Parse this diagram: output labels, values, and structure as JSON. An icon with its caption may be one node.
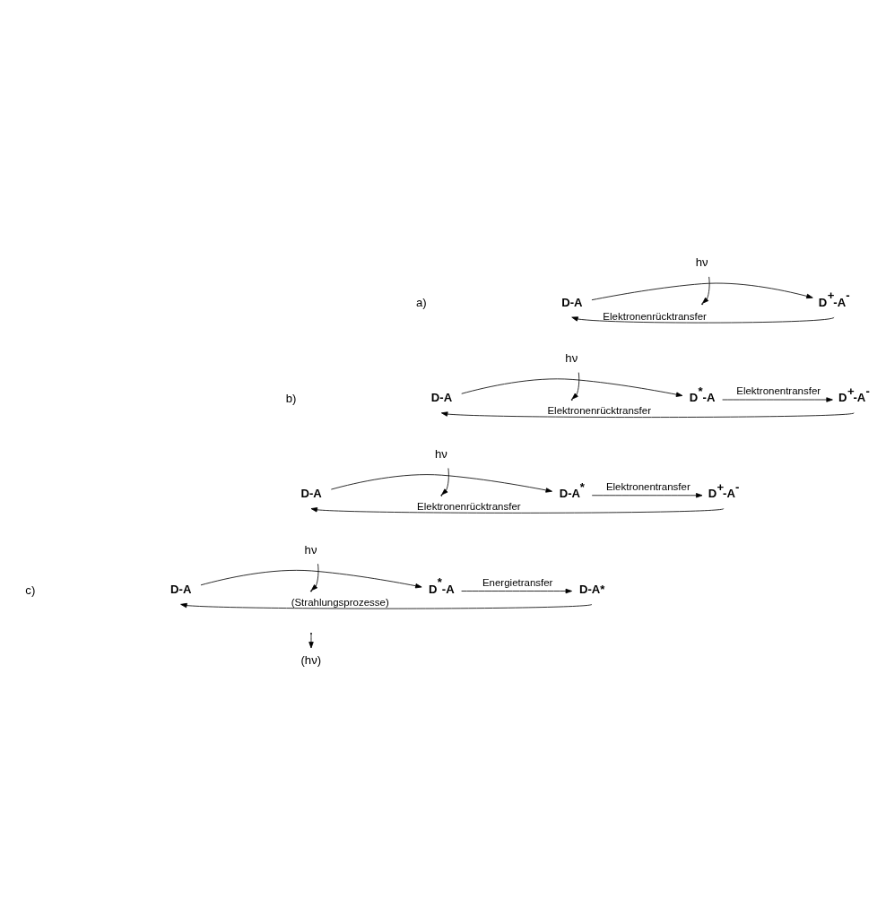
{
  "diagram": {
    "nodes": [
      {
        "text": [
          "D-A"
        ]
      },
      {
        "text": [
          "D$^{+}$-A$^{-}$"
        ]
      },
      {
        "text": [
          "hν"
        ]
      },
      {
        "text": [
          "D-A"
        ]
      },
      {
        "text": [
          "D$^{*}$-A"
        ]
      },
      {
        "text": [
          "D$^{+}$-A$^{-}$"
        ]
      },
      {
        "text": [
          "hν"
        ]
      },
      {
        "text": [
          "D-A"
        ]
      },
      {
        "text": [
          "D-A$^{*}$"
        ]
      },
      {
        "text": [
          "D$^{+}$-A$^{-}$"
        ]
      },
      {
        "text": [
          "hν"
        ]
      },
      {
        "text": [
          "D-A"
        ]
      },
      {
        "text": [
          "D$^{*}$-A"
        ]
      },
      {
        "text": [
          "D-A*"
        ]
      },
      {
        "text": [
          "hν"
        ]
      },
      {
        "text": [
          "(hν)"
        ]
      }
    ],
    "edges": [
      {
        "from": 0,
        "to": 1,
        "arrow": "to"
      },
      {
        "from": 2,
        "to": null,
        "arrow": "to"
      },
      {
        "from": 1,
        "to": 0,
        "arrow": "to",
        "label": "Elektronenrücktransfer"
      },
      {
        "from": 3,
        "to": 4,
        "arrow": "to"
      },
      {
        "from": 6,
        "to": null,
        "arrow": "to"
      },
      {
        "from": 4,
        "to": 5,
        "arrow": "to",
        "label": "Elektronentransfer"
      },
      {
        "from": 5,
        "to": 3,
        "arrow": "to",
        "label": "Elektronenrücktransfer"
      },
      {
        "from": 7,
        "to": 8,
        "arrow": "to"
      },
      {
        "from": 10,
        "to": null,
        "arrow": "to"
      },
      {
        "from": 8,
        "to": 9,
        "arrow": "to",
        "label": "Elektronentransfer"
      },
      {
        "from": 9,
        "to": 7,
        "arrow": "to",
        "label": "Elektronenrücktransfer"
      },
      {
        "from": 11,
        "to": 12,
        "arrow": "to"
      },
      {
        "from": 14,
        "to": null,
        "arrow": "to"
      },
      {
        "from": 12,
        "to": 13,
        "arrow": "to",
        "label": "Energietransfer"
      },
      {
        "from": 13,
        "to": 11,
        "arrow": "to",
        "label": "(Strahlungsprozesse)"
      },
      {
        "from": null,
        "to": 15,
        "arrow": "to"
      }
    ],
    "labels": [
      "a)",
      "b)",
      "c)"
    ]
  }
}
